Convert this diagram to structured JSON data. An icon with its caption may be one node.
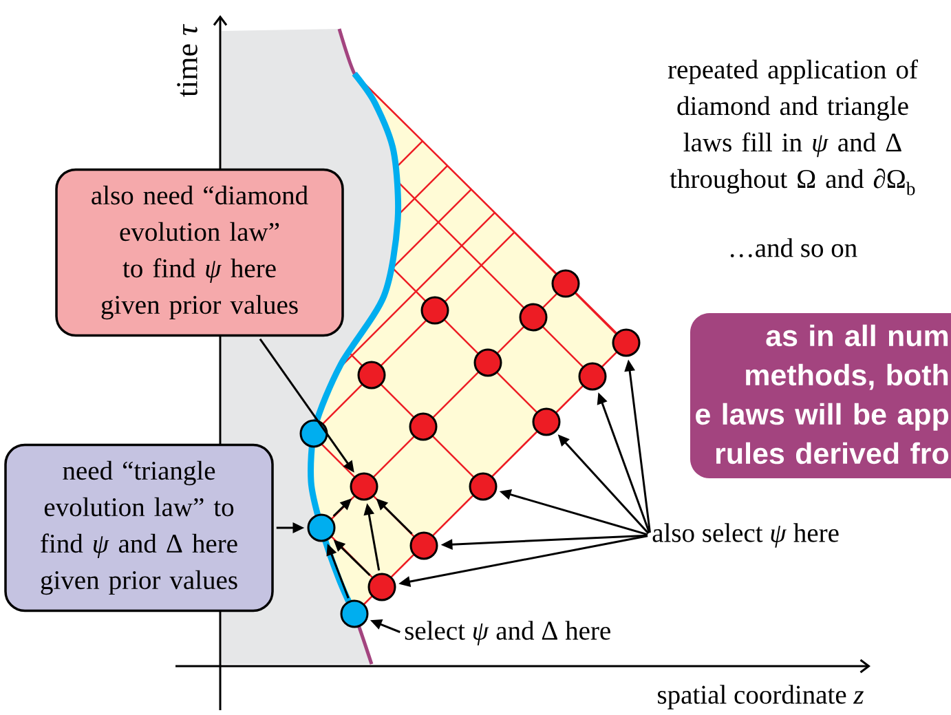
{
  "diagram": {
    "nodes": [
      {
        "text": [
          "also need “diamond evolution law” to find *ψ* here given prior values"
        ]
      },
      {
        "text": [
          "need “triangle evolution law” to find *ψ* and Δ here given prior values"
        ]
      },
      {
        "text": [
          "as in all num methods, both e laws will be app rules derived fro"
        ]
      },
      {
        "text": [],
        "shape": "circle"
      },
      {
        "text": [],
        "shape": "circle"
      },
      {
        "text": [],
        "shape": "circle"
      },
      {
        "text": [],
        "shape": "circle"
      },
      {
        "text": [],
        "shape": "circle"
      },
      {
        "text": [],
        "shape": "circle"
      },
      {
        "text": [],
        "shape": "circle"
      },
      {
        "text": [],
        "shape": "circle"
      },
      {
        "text": [],
        "shape": "circle"
      },
      {
        "text": [],
        "shape": "circle"
      },
      {
        "text": [],
        "shape": "circle"
      },
      {
        "text": [],
        "shape": "circle"
      },
      {
        "text": [],
        "shape": "circle"
      },
      {
        "text": [],
        "shape": "circle"
      },
      {
        "text": [],
        "shape": "circle"
      },
      {
        "text": [],
        "shape": "circle"
      },
      {
        "text": [
          "also select *ψ* here"
        ]
      },
      {
        "text": [
          "select *ψ* and Δ here"
        ]
      }
    ],
    "edges": [
      {
        "from": 0,
        "to": 14,
        "arrow": "to"
      },
      {
        "from": 1,
        "to": 15,
        "arrow": "to"
      },
      {
        "from": 18,
        "to": 15,
        "arrow": "to"
      },
      {
        "from": 17,
        "to": 15,
        "arrow": "to"
      },
      {
        "from": 17,
        "to": 14,
        "arrow": "to"
      },
      {
        "from": 15,
        "to": 14,
        "arrow": "to"
      },
      {
        "from": 16,
        "to": 14,
        "arrow": "to"
      },
      {
        "from": 19,
        "to": 6,
        "arrow": "to"
      },
      {
        "from": 19,
        "to": 9,
        "arrow": "to"
      },
      {
        "from": 19,
        "to": 10,
        "arrow": "to"
      },
      {
        "from": 19,
        "to": 13,
        "arrow": "to"
      },
      {
        "from": 19,
        "to": 16,
        "arrow": "to"
      },
      {
        "from": 19,
        "to": 17,
        "arrow": "to"
      },
      {
        "from": 20,
        "to": 18,
        "arrow": "to"
      }
    ],
    "labels": [
      "time *τ*",
      "repeated application of diamond and triangle laws fill in *ψ* and Δ throughout Ω and ∂Ω$_{b}$",
      "…and so on",
      "spatial coordinate *z*"
    ]
  }
}
